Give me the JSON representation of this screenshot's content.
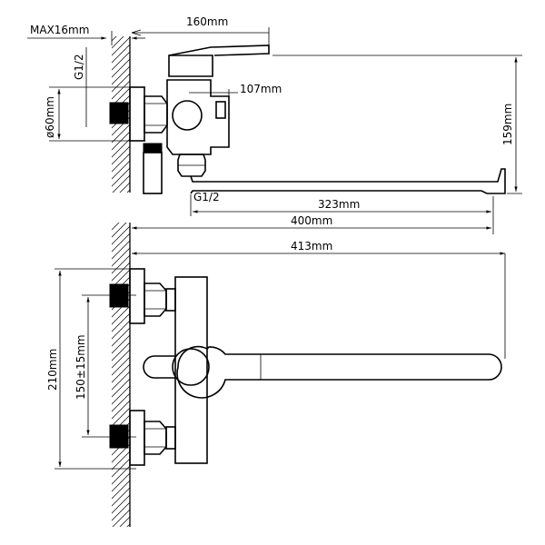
{
  "dimensions": {
    "wall_thickness": "MAX16mm",
    "inlet_to_body": "160mm",
    "inlet_thread_top": "G1/2",
    "flange_diameter": "ø60mm",
    "body_width": "107mm",
    "total_height": "159mm",
    "outlet_thread": "G1/2",
    "spout_length": "323mm",
    "projection_400": "400mm",
    "projection_413": "413mm",
    "max_spacing": "210mm",
    "center_spacing": "150±15mm"
  }
}
